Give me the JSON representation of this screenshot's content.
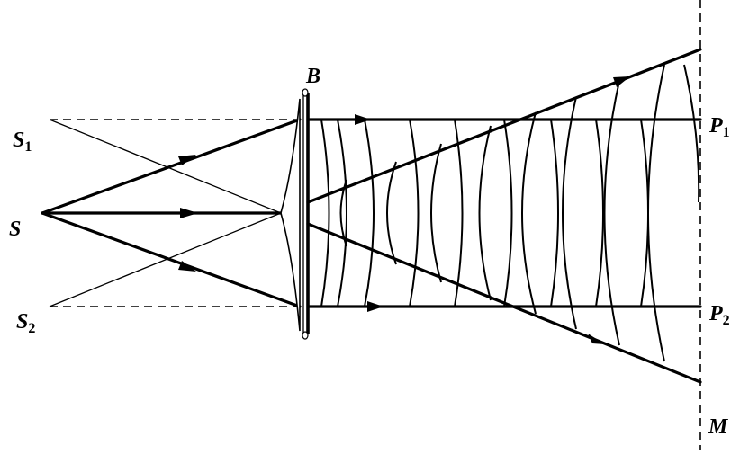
{
  "labels": {
    "S1": {
      "main": "S",
      "sub": "1"
    },
    "S": {
      "main": "S"
    },
    "S2": {
      "main": "S",
      "sub": "2"
    },
    "B": {
      "main": "B"
    },
    "P1": {
      "main": "P",
      "sub": "1"
    },
    "P2": {
      "main": "P",
      "sub": "2"
    },
    "M": {
      "main": "M"
    }
  },
  "colors": {
    "line": "#000000",
    "background": "#ffffff"
  }
}
